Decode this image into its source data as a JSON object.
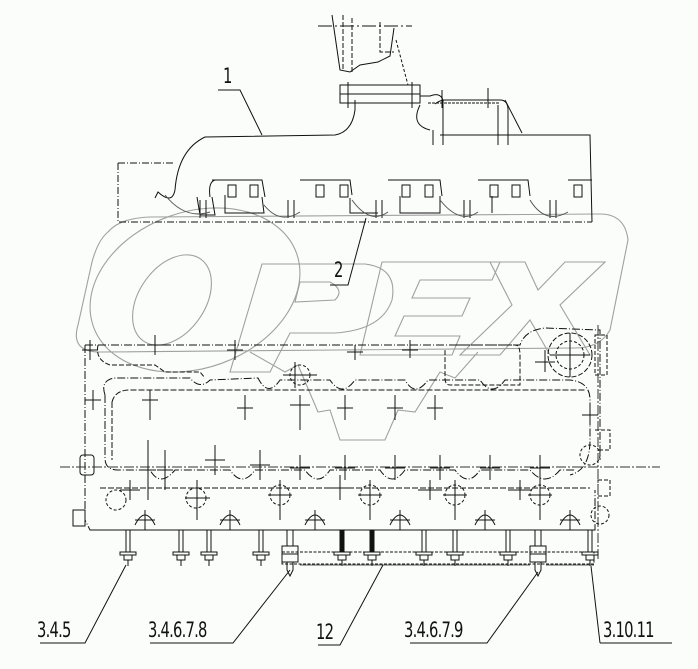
{
  "diagram": {
    "type": "exploded parts assembly drawing",
    "subject": "exhaust manifold and cylinder head",
    "watermark": "OPEX",
    "colors": {
      "background": "#fbfdfb",
      "line": "#111111",
      "watermark": "#9a9a9a"
    }
  },
  "callouts": [
    {
      "id": "c1",
      "label": "1"
    },
    {
      "id": "c2",
      "label": "2"
    },
    {
      "id": "c3",
      "label": "3.4.5"
    },
    {
      "id": "c4",
      "label": "3.4.6.7.8"
    },
    {
      "id": "c5",
      "label": "12"
    },
    {
      "id": "c6",
      "label": "3.4.6.7.9"
    },
    {
      "id": "c7",
      "label": "3.10.11"
    }
  ]
}
